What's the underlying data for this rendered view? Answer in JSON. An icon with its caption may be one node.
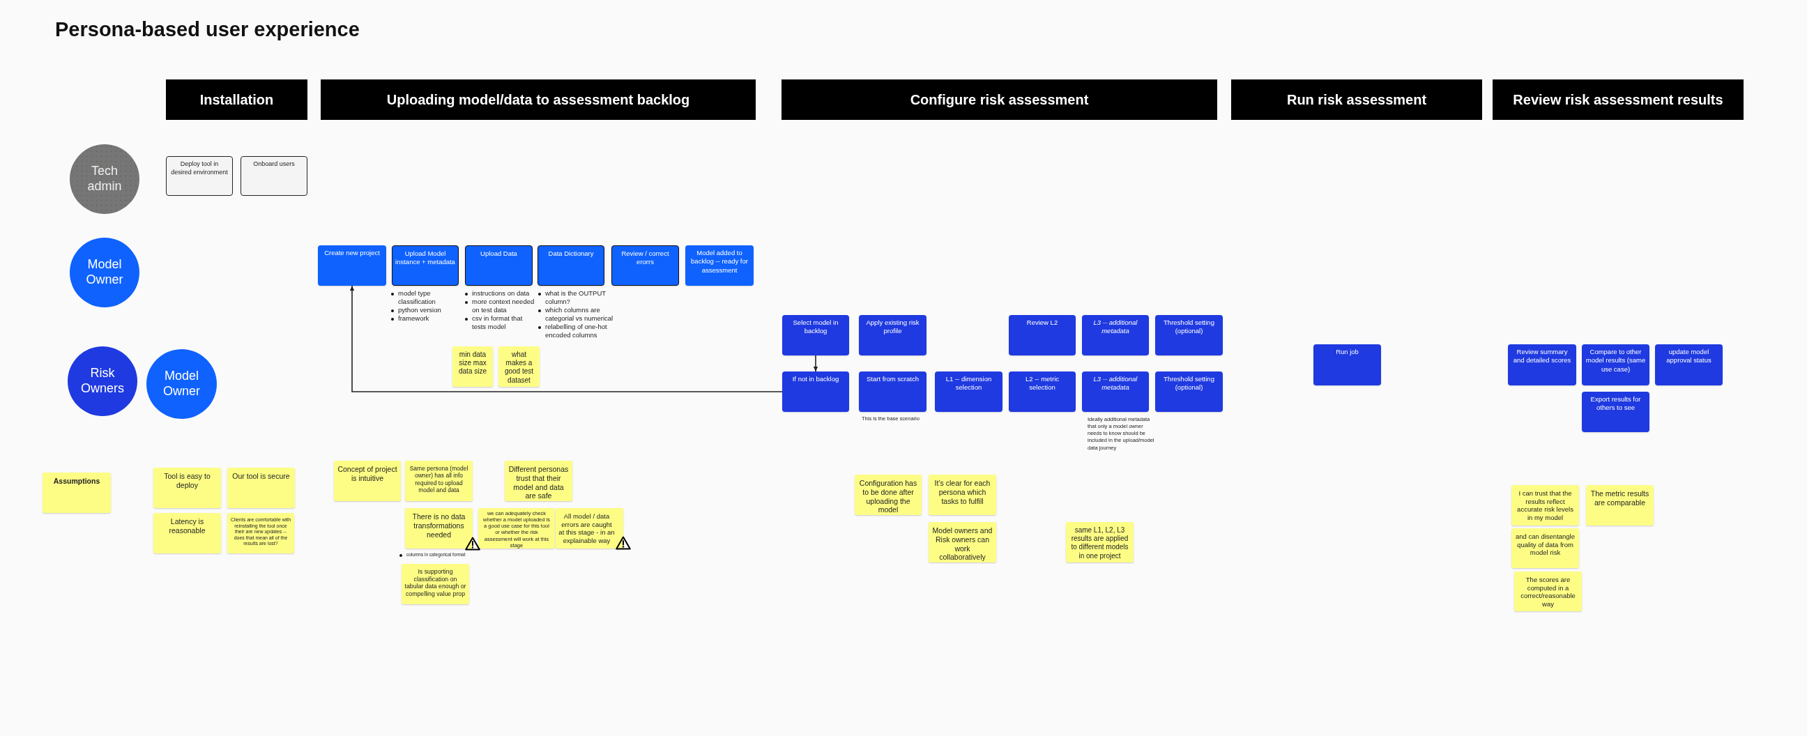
{
  "diagram": {
    "title": "Persona-based user experience",
    "nodes": [
      {
        "text": [
          "Installation"
        ]
      },
      {
        "text": [
          "Uploading model/data to assessment backlog"
        ]
      },
      {
        "text": [
          "Configure risk assessment"
        ]
      },
      {
        "text": [
          "Run risk assessment"
        ]
      },
      {
        "text": [
          "Review risk assessment results"
        ]
      },
      {
        "text": [
          "Tech admin"
        ]
      },
      {
        "text": [
          "Deploy tool in desired environment"
        ]
      },
      {
        "text": [
          "Onboard users"
        ]
      },
      {
        "text": [
          "Model Owner"
        ]
      },
      {
        "text": [
          "Create new project"
        ]
      },
      {
        "text": [
          "Upload Model instance + metadata"
        ],
        "beside": [
          "model type classification",
          "python version",
          "framework"
        ]
      },
      {
        "text": [
          "Upload Data"
        ],
        "beside": [
          "instructions on data",
          "more context needed on test data",
          "csv in format that tests model"
        ]
      },
      {
        "text": [
          "Data Dictionary"
        ],
        "beside": [
          "what is the OUTPUT column?",
          "which columns are categorial vs numerical",
          "relabelling of one-hot encoded columns"
        ]
      },
      {
        "text": [
          "Review / correct erorrs"
        ]
      },
      {
        "text": [
          "Model added to backlog -- ready for assessment"
        ]
      },
      {
        "text": [
          "min data size max data size"
        ]
      },
      {
        "text": [
          "what makes a good test dataset"
        ]
      },
      {
        "text": [
          "Select model in backlog"
        ]
      },
      {
        "text": [
          "Apply existing risk profile"
        ]
      },
      {
        "text": [
          "Review L2"
        ]
      },
      {
        "text": [
          "L3 -- additional metadata"
        ]
      },
      {
        "text": [
          "Threshold setting (optional)"
        ]
      },
      {
        "text": [
          "Risk Owners"
        ]
      },
      {
        "text": [
          "Model Owner"
        ]
      },
      {
        "text": [
          "If not in backlog"
        ]
      },
      {
        "text": [
          "Start from scratch"
        ],
        "beside": [
          "This is the base scenario"
        ]
      },
      {
        "text": [
          "L1 -- dimension selection"
        ]
      },
      {
        "text": [
          "L2 -- metric selection"
        ]
      },
      {
        "text": [
          "L3 -- additional metadata"
        ],
        "beside": [
          "Ideally additional metadata that only a model owner needs to know should be included in the upload/model data journey"
        ]
      },
      {
        "text": [
          "Threshold setting (optional)"
        ]
      },
      {
        "text": [
          "Run job"
        ]
      },
      {
        "text": [
          "Review summary and detailed scores"
        ]
      },
      {
        "text": [
          "Compare to other model results (same use case)"
        ]
      },
      {
        "text": [
          "update model approval status"
        ]
      },
      {
        "text": [
          "Export results for others to see"
        ]
      },
      {
        "text": [
          "Assumptions"
        ]
      },
      {
        "text": [
          "Tool is easy to deploy"
        ]
      },
      {
        "text": [
          "Our tool is secure"
        ]
      },
      {
        "text": [
          "Latency is reasonable"
        ]
      },
      {
        "text": [
          "Clients are comfortable with reinstalling the tool once their are new updates -- does that mean all of the results are lost?"
        ]
      },
      {
        "text": [
          "Concept of project is intuitive"
        ]
      },
      {
        "text": [
          "Same persona (model owner) has all info required to upload model and data"
        ]
      },
      {
        "text": [
          "Different personas trust that their model and data are safe"
        ]
      },
      {
        "text": [
          "There is no data transformations needed"
        ],
        "beside": [
          "columns in categorical format"
        ]
      },
      {
        "text": [
          "we can adequately check whether a model uploaded is a good use case for this tool or whether the risk assessment will work at this stage"
        ]
      },
      {
        "text": [
          "All model / data errors are caught at this stage - in an explainable way"
        ]
      },
      {
        "text": [
          "Is supporting classification on tabular data enough or compelling value prop"
        ]
      },
      {
        "text": [
          "Configuration has to be done after uploading the model"
        ]
      },
      {
        "text": [
          "It’s clear for each persona which tasks to fulfill"
        ]
      },
      {
        "text": [
          "Model owners and Risk owners can work collaboratively"
        ]
      },
      {
        "text": [
          "same L1, L2, L3 results are applied to different models in one project"
        ]
      },
      {
        "text": [
          "I can trust that the results reflect accurate risk levels in my model"
        ]
      },
      {
        "text": [
          "The metric results are comparable"
        ]
      },
      {
        "text": [
          "and can disentangle quality of data from model risk"
        ]
      },
      {
        "text": [
          "The scores are computed in a correct/reasonable way"
        ]
      }
    ],
    "edges": [
      {
        "from": 17,
        "to": 24,
        "arrow": "to"
      },
      {
        "from": 24,
        "to": 9,
        "arrow": "to"
      }
    ]
  }
}
